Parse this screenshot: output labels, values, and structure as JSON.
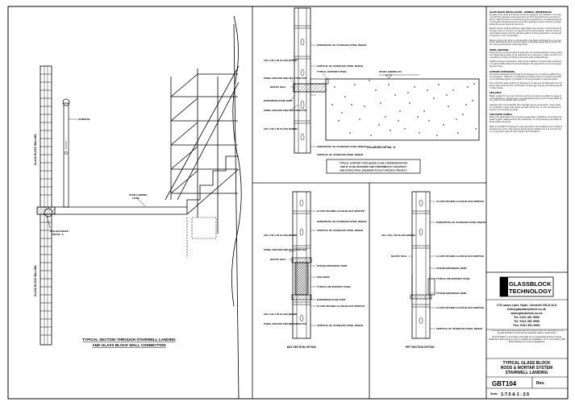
{
  "main_section": {
    "title_line1": "TYPICAL SECTION THROUGH STAIRWELL LANDING",
    "title_line2": "AND GLASS BLOCK WALL CONNECTION",
    "label_wall_upper": "GLASS BLOCK WALLING",
    "label_wall_lower": "GLASS BLOCK WALLING",
    "label_handrail": "HANDRAIL",
    "label_landing_line1": "STAIR LANDING",
    "label_landing_line2": "LEVEL",
    "label_detail_line1": "SEE ENLARGED",
    "label_detail_line2": "DETAIL 'A'"
  },
  "detail_a": {
    "caption": "ENLARGED DETAIL 'A'",
    "landing_label": "STAIR LANDING FFL",
    "labels": {
      "block1": "190 x 190 x 80 GLASS BLOCK",
      "rebar1": "HORIZONTAL ØL STAINLESS STEEL REBAR",
      "rebar1b": "VERTICAL ØL STAINLESS STEEL REBAR",
      "panel_anchor": "PANEL ANCHOR AND ISOLATION PAD",
      "mastic": "MASTIC SEAL",
      "support_steel": "TYPICAL SUPPORT STEEL",
      "expansion": "EXPANSION FOAM JOINT",
      "panel_anchor2": "PANEL ANCHOR AND ISOLATION PAD",
      "block2": "190 x 190 x 80 GLASS BLOCK",
      "rebar2": "HORIZONTAL ØL STAINLESS STEEL REBAR",
      "rebar2b": "VERTICAL ØL STAINLESS STEEL REBAR"
    },
    "note_line1": "TYPICAL SUPPORT STEELWORK IS ONLY REPRESENTATIVE",
    "note_line2": "AND IS TO BE DESIGNED AND CONFIRMED BY ARCHITECT",
    "note_line3": "AND STRUCTURAL ENGINEER TO SUIT SPECIFIC PROJECT."
  },
  "bay_section": {
    "caption": "BAY SECTION OPTION",
    "labels": {
      "block": "190 x 190 x 80 GLASS BLOCK",
      "rebar_h": "HORIZONTAL ØL STAINLESS STEEL REBAR",
      "rebar_v": "VERTICAL ØL STAINLESS STEEL REBAR",
      "clasp": "CLASP HTCHING GLASS BLOCK MORTAR",
      "panel_anchor": "PANEL ANCHOR AND ISOLATION PAD",
      "mastic": "MASTIC SEAL",
      "strain": "STRAIN EXPANSION JOINT",
      "isolation": "ISOLATION",
      "support": "TYPICAL PM SUPPORT STEEL",
      "expansion": "EXPANSION FOAM JOINT",
      "block2": "190 x 190 x 80 GLASS BLOCK",
      "clasp2": "CLASP HTCHING GLASS BLOCK MORTAR",
      "panel_anchor2": "PANEL ANCHOR AND ISOLATION PAD",
      "rebar_v2": "VERTICAL ØL STAINLESS STEEL REBAR"
    }
  },
  "pet_section": {
    "caption": "PET SECTION OPTION",
    "labels": {
      "clasp": "CLASP HTCHING GLASS BLOCK MORTAR",
      "rebar_h": "HORIZONTAL ØL STAINLESS STEEL REBAR",
      "block": "190 x 190 x 80 GLASS BLOCK",
      "mastic": "MASTIC SEAL",
      "clasp2": "CLASP HTCHING GLASS BLOCK MORTAR",
      "strain": "STRAIN EXPANSION JOINT",
      "support": "TYPICAL PM SUPPORT STEEL",
      "strain2": "STRAIN EXPANSION JOINT",
      "clasp3": "CLASP HTCHING GLASS BLOCK MORTAR",
      "rebar_v": "VERTICAL ØL STAINLESS STEEL REBAR"
    }
  },
  "notes": [
    {
      "heading": "GLASS BLOCK INSTALLATION - GENERAL INFORMATION",
      "body": "All glass block walls and panels should be designed and installed in accordance with the relevant codes of practice and the manufacturers recommendations. Walls must be non load bearing and supported on a suitable base with movement allowed at head and jambs. Expansion joints must be provided where the panel abuts the structure."
    },
    {
      "heading": "",
      "body": "Reinforcement shall be stainless steel ladder type placed in horizontal joints at every second course or as required by the panel design. Vertical reinforcement where shown shall be stainless steel and fully embedded in mortar with minimum cover as specified."
    },
    {
      "heading": "",
      "body": "Mortar joints to be 10mm nominal width, fully filled and tooled to a concave finish. Glass blocks are to be laid using a proprietary glass block mortar mix. Do not use admixtures unless approved."
    },
    {
      "heading": "PANEL ANCHORS",
      "body": "Panel anchors to be provided at intervals not exceeding 600mm along jambs and heads where panel is not restrained by a channel or chase. Anchors to be bedded in mortar and fixed to structure with suitable fixings."
    },
    {
      "heading": "",
      "body": "Isolation pads and expansion strips to be installed to all perimeter abutments to permit differential movement between the glass block panel and supporting structure."
    },
    {
      "heading": "SUPPORT STEELWORK",
      "body": "All support steelwork and fixings to be designed by a suitably qualified structural engineer. Deflection of supporting members shall not exceed span/500 or as otherwise agreed. All steelwork to be galvanised or stainless steel."
    },
    {
      "heading": "",
      "body": "The contractor shall confirm all dimensions on site prior to fabrication and shall be responsible for the coordination of openings, fixings and tolerances with other trades."
    },
    {
      "heading": "SEALANTS",
      "body": "Mastic sealant to be a low modulus neutral cure silicone suitable for glass block applications, applied over a compressible backing rod to all perimeter joints. Colour to be agreed with architect."
    },
    {
      "heading": "",
      "body": "Glass blocks to be protected from damage during construction. Clean down on completion using clean water and soft cloths only; do not use abrasive cleaners or acid based products."
    },
    {
      "heading": "FIRE RATED PANELS",
      "body": "Where fire rated glass block panels are specified, installation must follow the tested system details exactly. No substitution of components is permitted without written approval."
    },
    {
      "heading": "",
      "body": "Refer to architect's drawings for wall elevations, block patterns and locations of expansion joints. This drawing shows typical details only and must be read in conjunction with all other project documentation."
    }
  ],
  "title_block": {
    "logo_line1": "GLASSBLOCK",
    "logo_line2": "TECHNOLOGY",
    "address": "170 Ladys Lane, Hyde, Cheshire SK14 4LS",
    "email": "info@glassblocktech.co.uk",
    "web": "www.glassblock.co.uk",
    "tel": "Tel: 0161 351 9990",
    "tel2": "Tel: 0161 351 9990",
    "fax": "Fax: 0161 351 9991",
    "disclaimer1": "This data sheet provides guidelines only. Details must be confirmed by the project architect and structural engineer before construction.",
    "disclaimer2": "All information is accurate to the best of our knowledge at time of issue. Glassblock Technology accept no liability for installation not in accordance with these details and current regulations.",
    "drawing_title_line1": "TYPICAL GLASS BLOCK",
    "drawing_title_line2": "RODS & MORTAR SYSTEM",
    "drawing_title_line3": "STAIRWELL LANDING",
    "drawing_no": "GBT104",
    "rev_label": "Rev.",
    "scale_label": "Scale",
    "scale_value": "1:7.5 & 1 : 2.5"
  }
}
